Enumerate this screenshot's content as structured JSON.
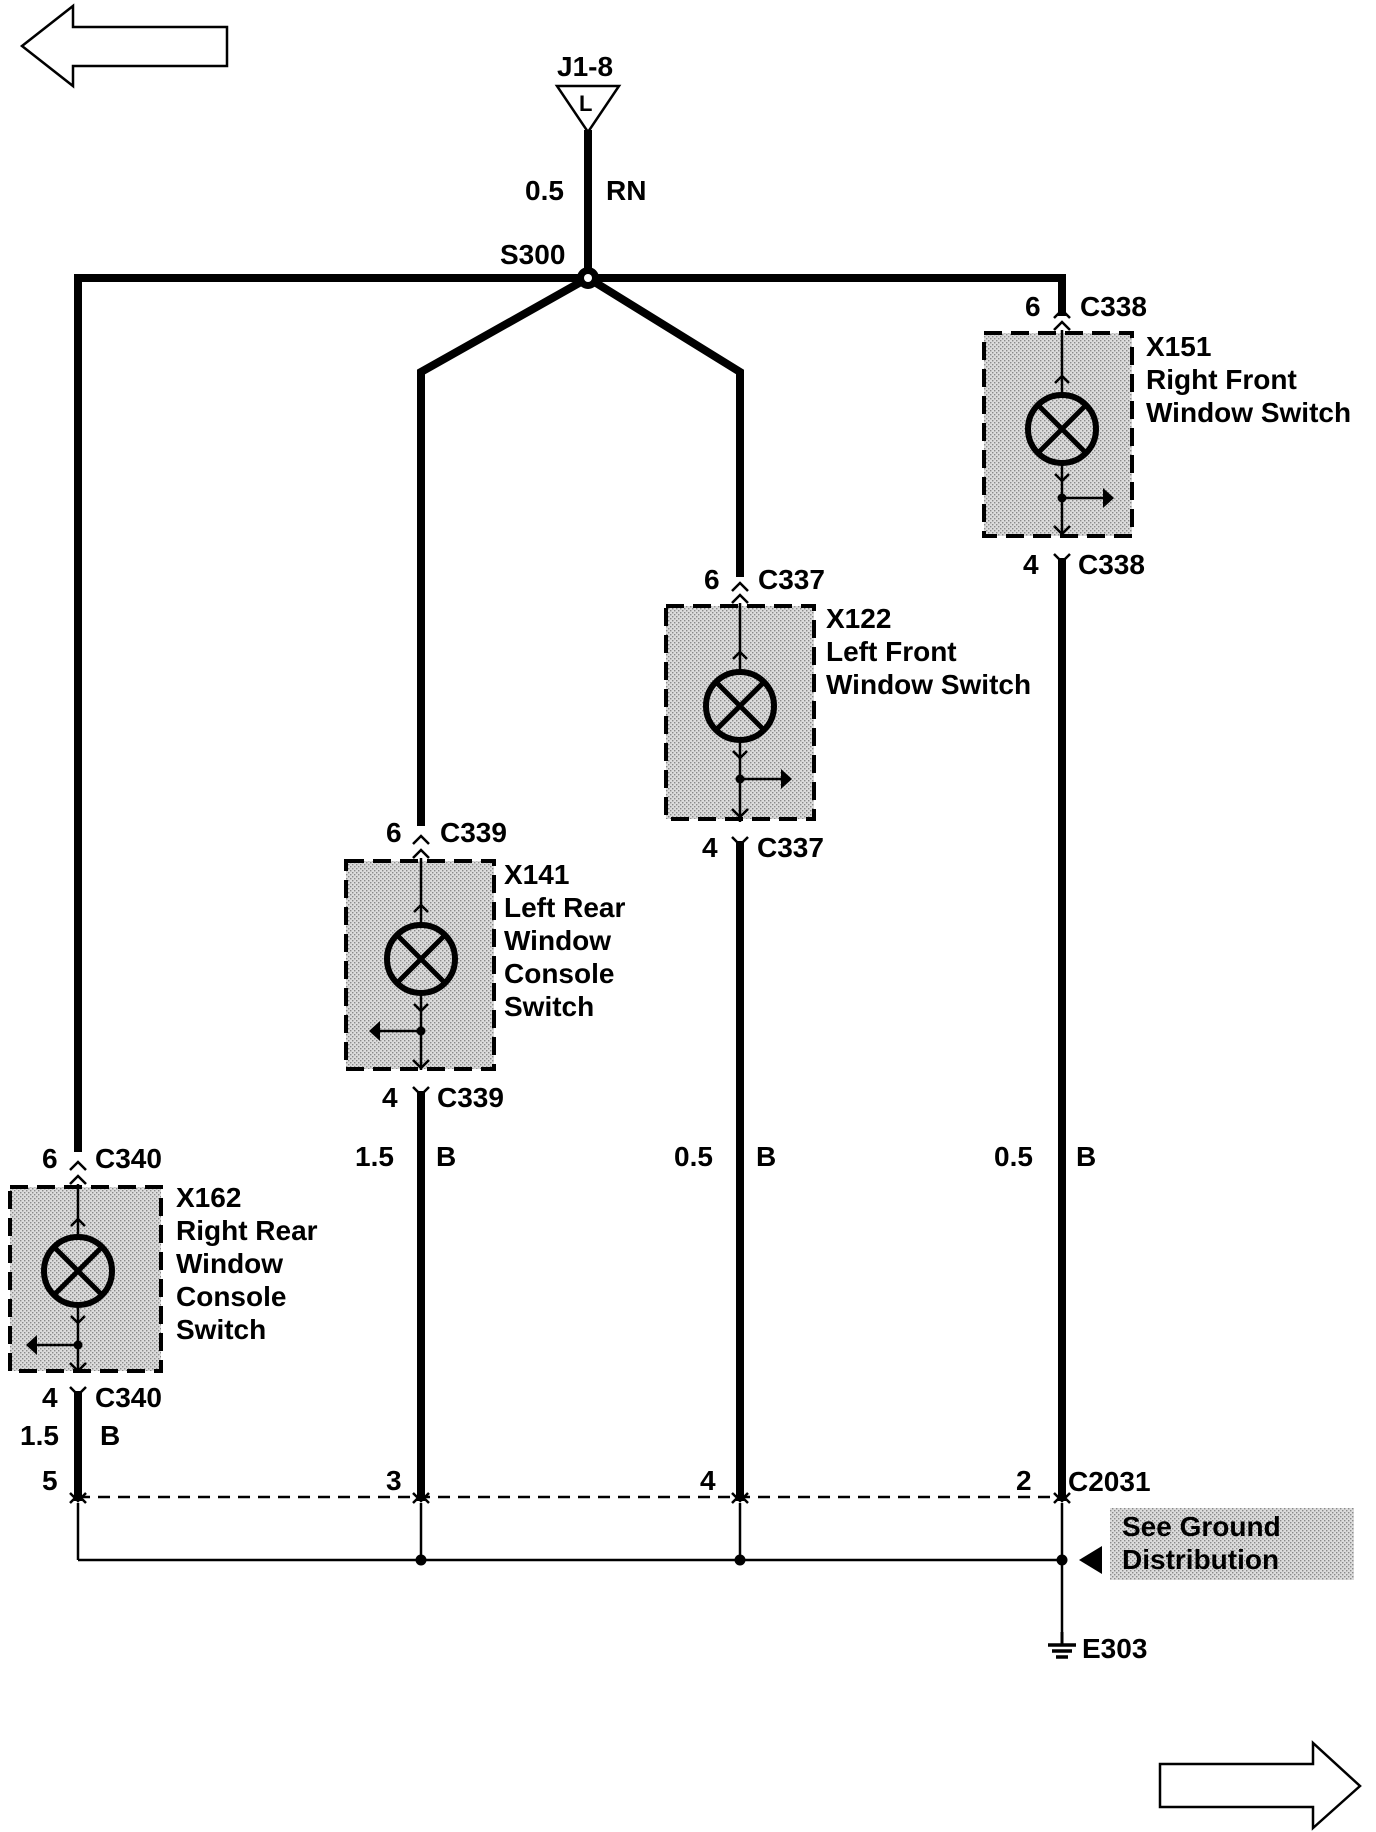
{
  "navigation": {
    "prev_arrow_icon": "left-arrow-icon",
    "next_arrow_icon": "right-arrow-icon"
  },
  "power_source": {
    "terminal": "J1-8",
    "symbol": "L"
  },
  "feed_wire": {
    "size": "0.5",
    "color": "RN"
  },
  "splice": {
    "name": "S300"
  },
  "switches": [
    {
      "id": "X151",
      "name_line1": "Right Front",
      "name_line2": "Window Switch",
      "connector": "C338",
      "in_pin": "6",
      "out_pin": "4"
    },
    {
      "id": "X122",
      "name_line1": "Left Front",
      "name_line2": "Window Switch",
      "connector": "C337",
      "in_pin": "6",
      "out_pin": "4"
    },
    {
      "id": "X141",
      "name_line1": "Left Rear",
      "name_line2": "Window",
      "name_line3": "Console",
      "name_line4": "Switch",
      "connector": "C339",
      "in_pin": "6",
      "out_pin": "4"
    },
    {
      "id": "X162",
      "name_line1": "Right Rear",
      "name_line2": "Window",
      "name_line3": "Console",
      "name_line4": "Switch",
      "connector": "C340",
      "in_pin": "6",
      "out_pin": "4"
    }
  ],
  "ground_wires": [
    {
      "size": "1.5",
      "color": "B"
    },
    {
      "size": "1.5",
      "color": "B"
    },
    {
      "size": "0.5",
      "color": "B"
    },
    {
      "size": "0.5",
      "color": "B"
    }
  ],
  "ground_connector": {
    "name": "C2031",
    "pins": [
      "5",
      "3",
      "4",
      "2"
    ]
  },
  "ground_note": {
    "line1": "See Ground",
    "line2": "Distribution"
  },
  "ground_point": {
    "name": "E303",
    "icon": "ground-icon"
  }
}
